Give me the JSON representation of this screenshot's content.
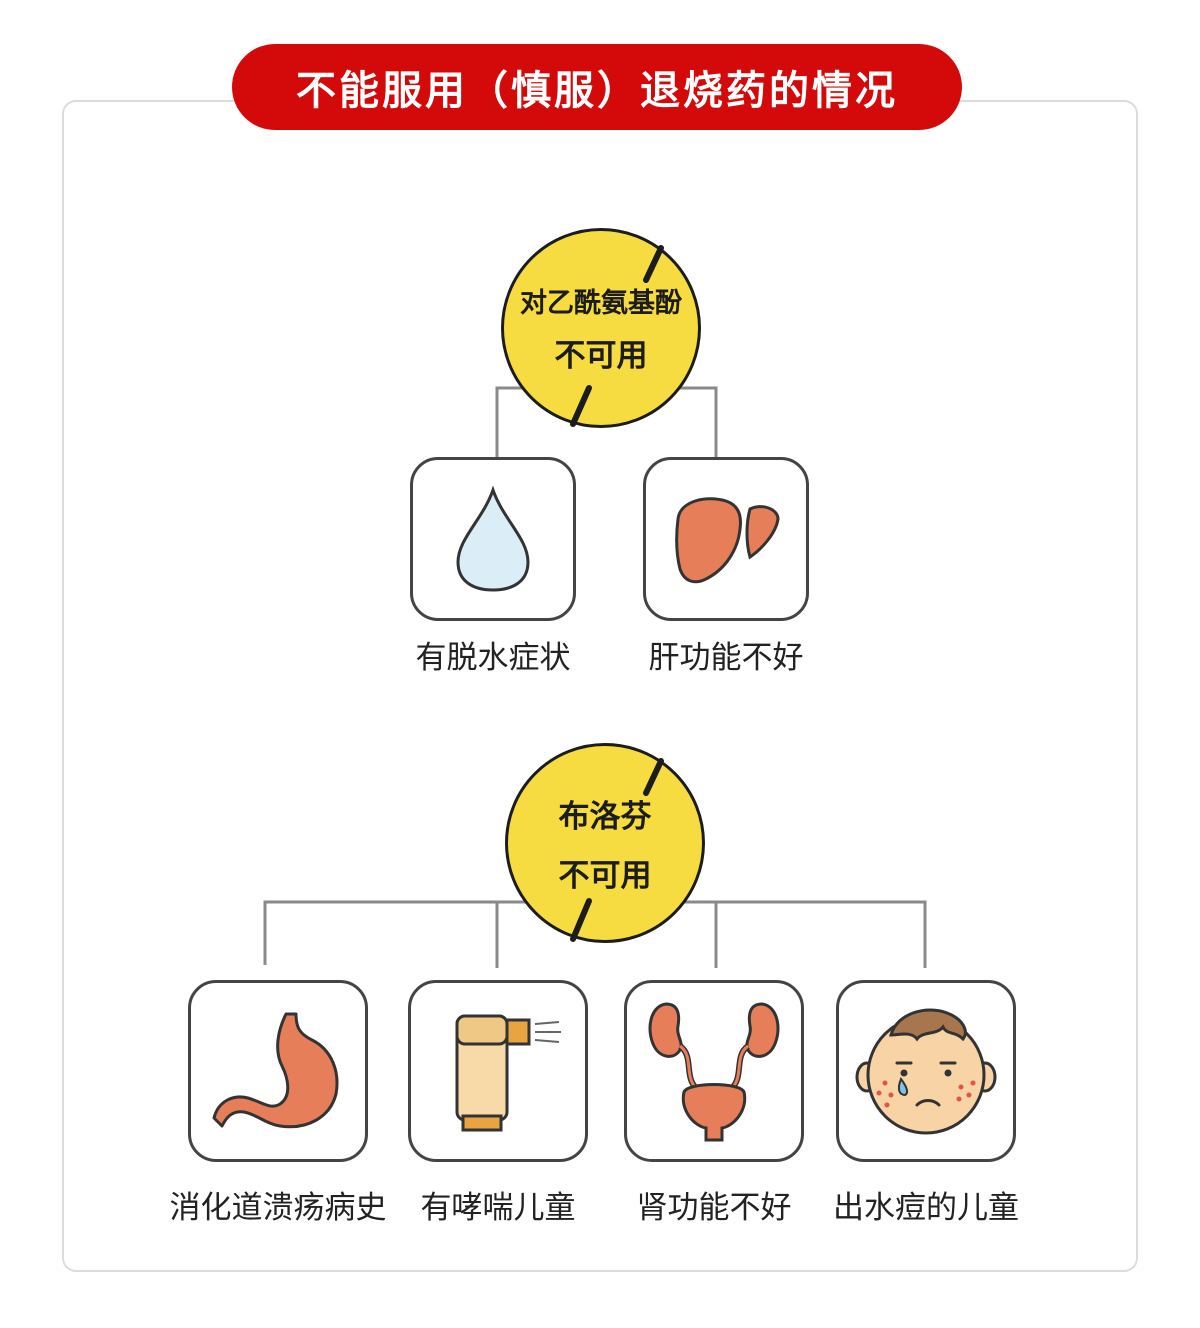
{
  "title": "不能服用（慎服）退烧药的情况",
  "colors": {
    "accent_red": "#d40a0a",
    "badge_yellow": "#f6dc41",
    "organ_orange": "#e67e5a",
    "drop_blue": "#dbeef7",
    "card_border": "#444444",
    "frame_border": "#dcdcdc"
  },
  "groups": [
    {
      "drug": "对乙酰氨基酚",
      "status": "不可用",
      "items": [
        {
          "label": "有脱水症状",
          "icon": "water-drop-icon"
        },
        {
          "label": "肝功能不好",
          "icon": "liver-icon"
        }
      ]
    },
    {
      "drug": "布洛芬",
      "status": "不可用",
      "items": [
        {
          "label": "消化道溃疡病史",
          "icon": "stomach-icon"
        },
        {
          "label": "有哮喘儿童",
          "icon": "inhaler-icon"
        },
        {
          "label": "肾功能不好",
          "icon": "kidney-icon"
        },
        {
          "label": "出水痘的儿童",
          "icon": "chickenpox-child-icon"
        }
      ]
    }
  ]
}
